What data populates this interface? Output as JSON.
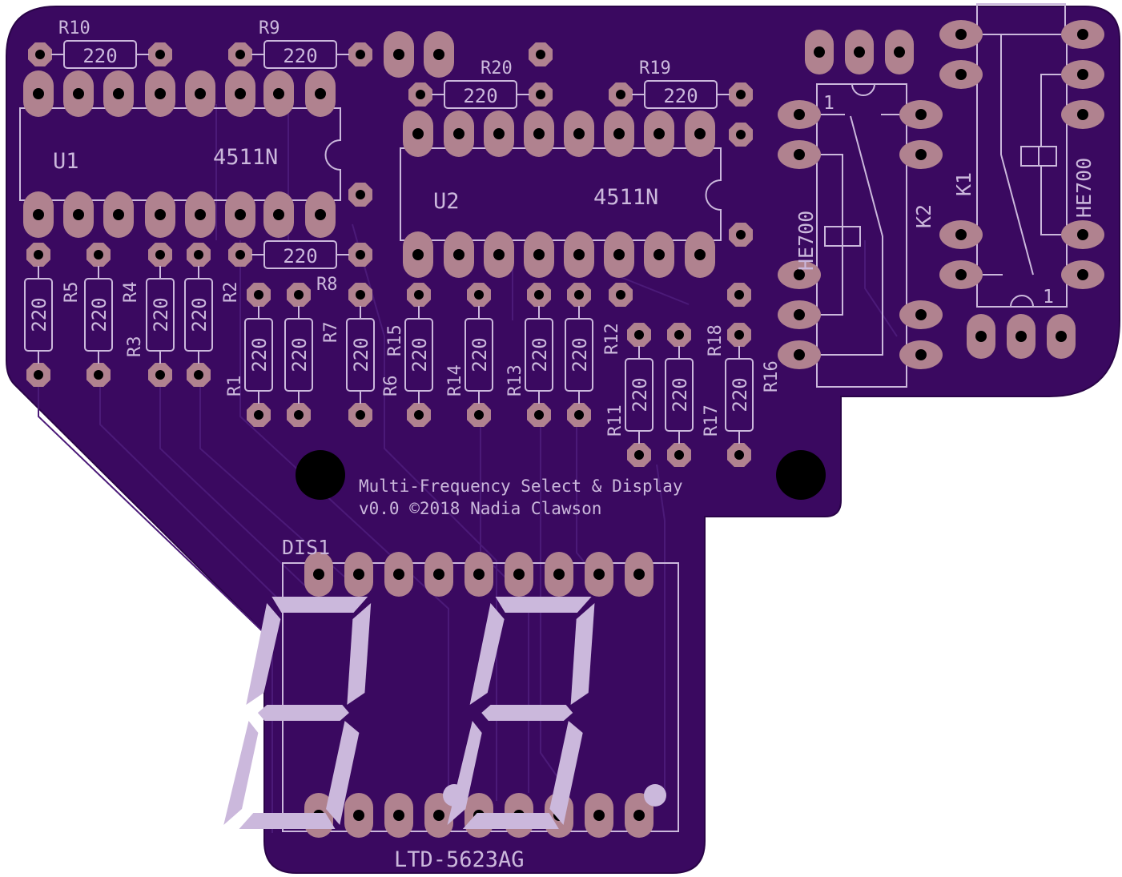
{
  "colors": {
    "board": "#3a0960",
    "board_edge": "#2a0448",
    "silk": "#cbb8dc",
    "pad": "#b0828f",
    "hole": "#000000"
  },
  "labels": {
    "u1_ref": "U1",
    "u1_val": "4511N",
    "u2_ref": "U2",
    "u2_val": "4511N",
    "k1_ref": "K1",
    "k1_val": "HE700",
    "k2_ref": "K2",
    "k2_val": "HE700",
    "k_pin1": "1",
    "dis_ref": "DIS1",
    "dis_val": "LTD-5623AG",
    "title": "Multi-Frequency Select & Display",
    "version": "v0.0 ©2018 Nadia Clawson"
  },
  "resistors": [
    {
      "ref": "R10",
      "value": "220"
    },
    {
      "ref": "R9",
      "value": "220"
    },
    {
      "ref": "R20",
      "value": "220"
    },
    {
      "ref": "R19",
      "value": "220"
    },
    {
      "ref": "R8",
      "value": "220"
    },
    {
      "ref": "R5",
      "value": "220"
    },
    {
      "ref": "R4",
      "value": "220"
    },
    {
      "ref": "R3",
      "value": "220"
    },
    {
      "ref": "R2",
      "value": "220"
    },
    {
      "ref": "R1",
      "value": "220"
    },
    {
      "ref": "R7",
      "value": "220"
    },
    {
      "ref": "R6",
      "value": "220"
    },
    {
      "ref": "R15",
      "value": "220"
    },
    {
      "ref": "R14",
      "value": "220"
    },
    {
      "ref": "R13",
      "value": "220"
    },
    {
      "ref": "R12",
      "value": "220"
    },
    {
      "ref": "R11",
      "value": "220"
    },
    {
      "ref": "R17",
      "value": "220"
    },
    {
      "ref": "R18",
      "value": "220"
    },
    {
      "ref": "R16",
      "value": "220"
    }
  ]
}
